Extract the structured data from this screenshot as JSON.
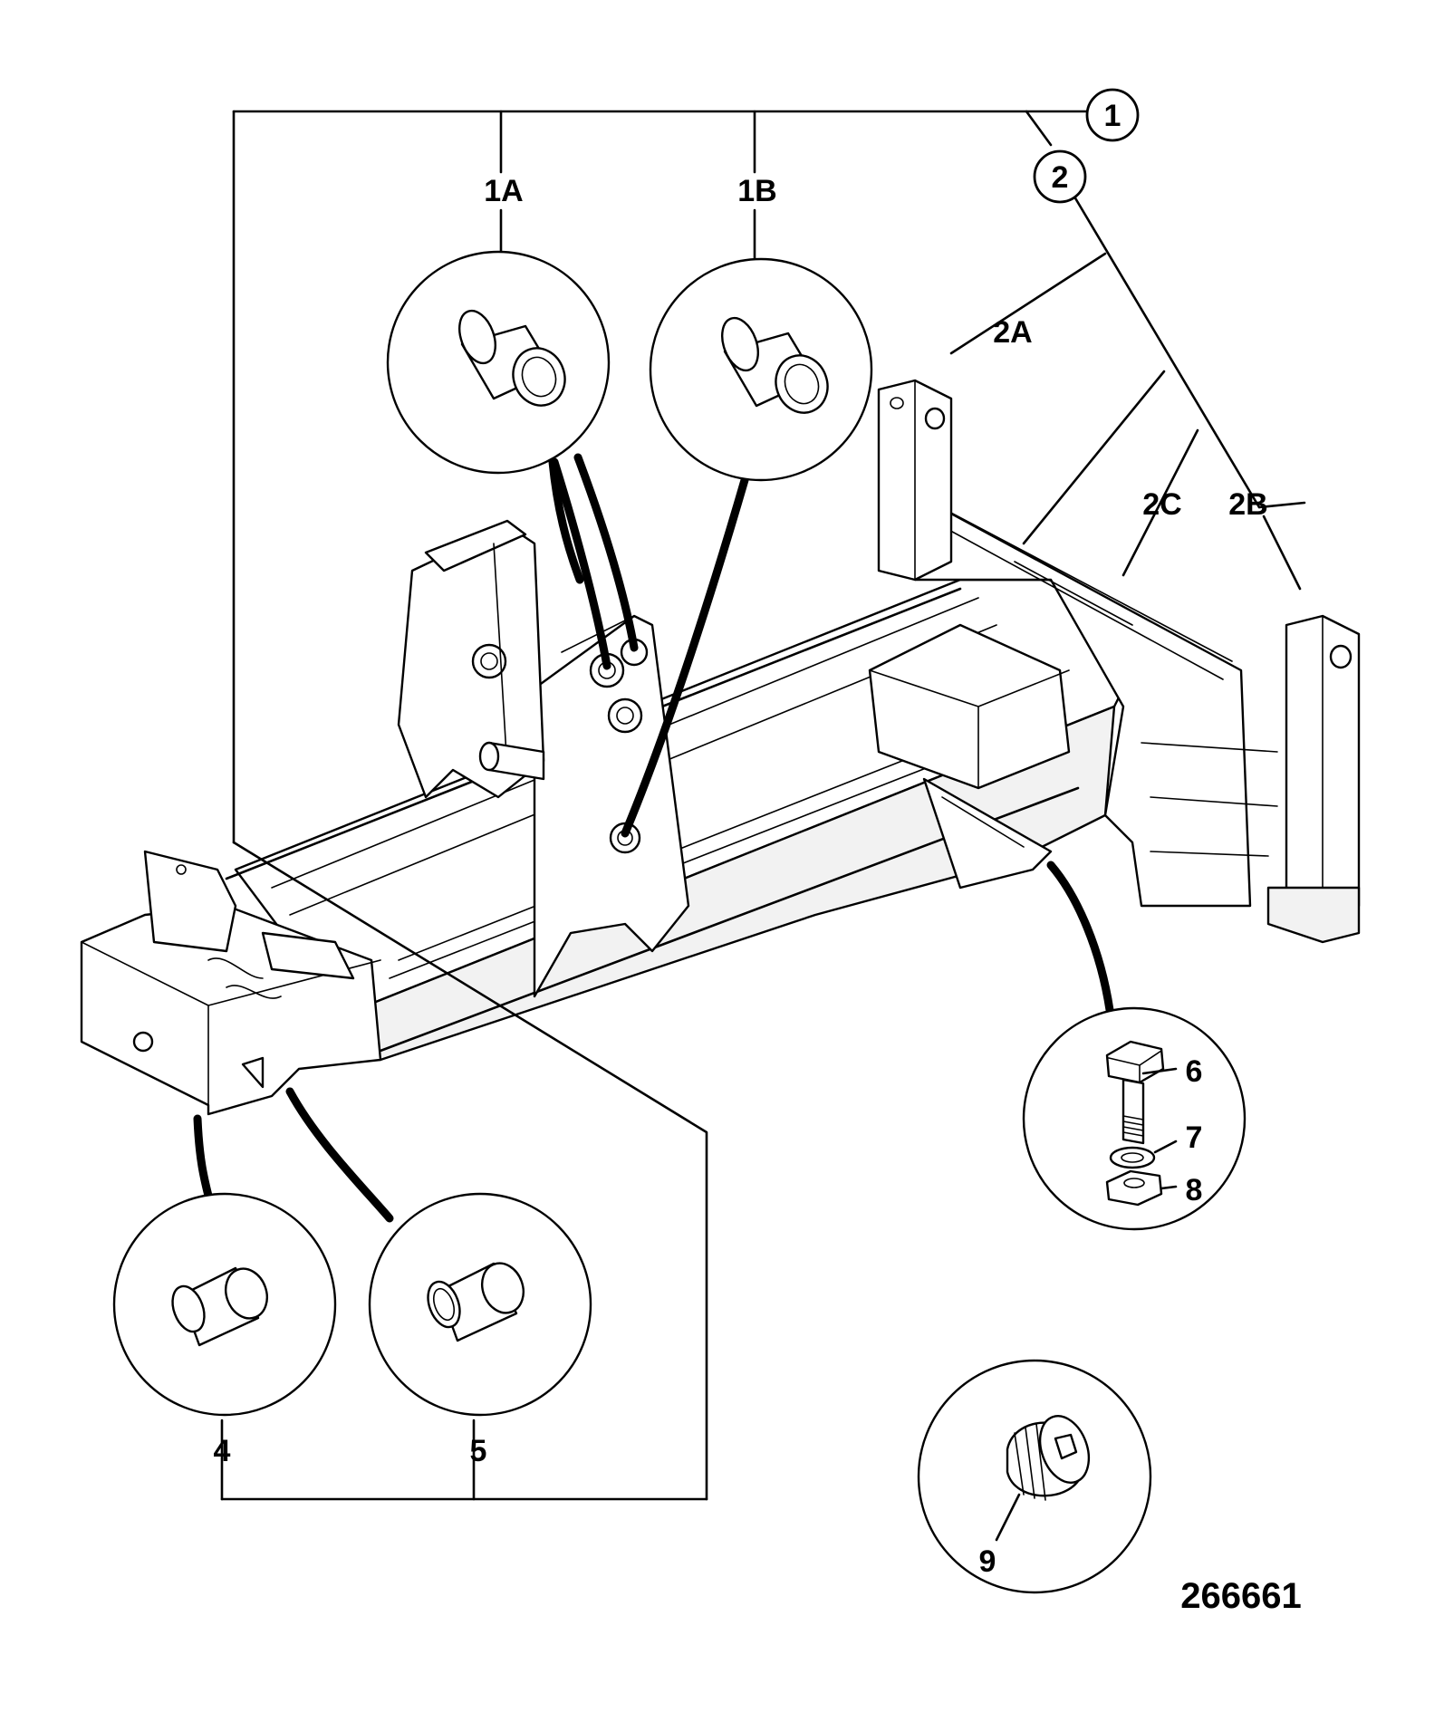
{
  "callouts": {
    "c1": "1",
    "c2": "2",
    "c1a": "1A",
    "c1b": "1B",
    "c2a": "2A",
    "c2b": "2B",
    "c2c": "2C",
    "c4": "4",
    "c5": "5",
    "c6": "6",
    "c7": "7",
    "c8": "8",
    "c9": "9"
  },
  "reference_number": "266661"
}
